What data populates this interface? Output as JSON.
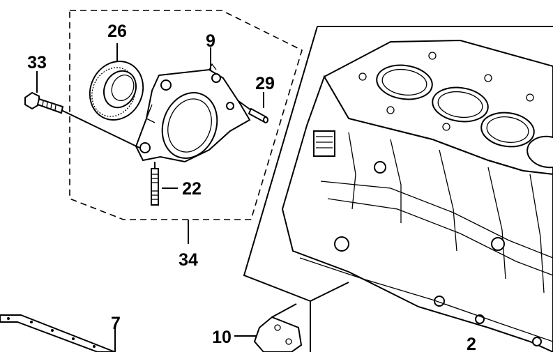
{
  "diagram": {
    "callouts": [
      {
        "id": "part-26",
        "label": "26"
      },
      {
        "id": "part-9",
        "label": "9"
      },
      {
        "id": "part-33",
        "label": "33"
      },
      {
        "id": "part-29",
        "label": "29"
      },
      {
        "id": "part-22",
        "label": "22"
      },
      {
        "id": "part-34",
        "label": "34"
      },
      {
        "id": "part-7",
        "label": "7"
      },
      {
        "id": "part-10",
        "label": "10"
      },
      {
        "id": "part-2",
        "label": "2"
      }
    ]
  }
}
